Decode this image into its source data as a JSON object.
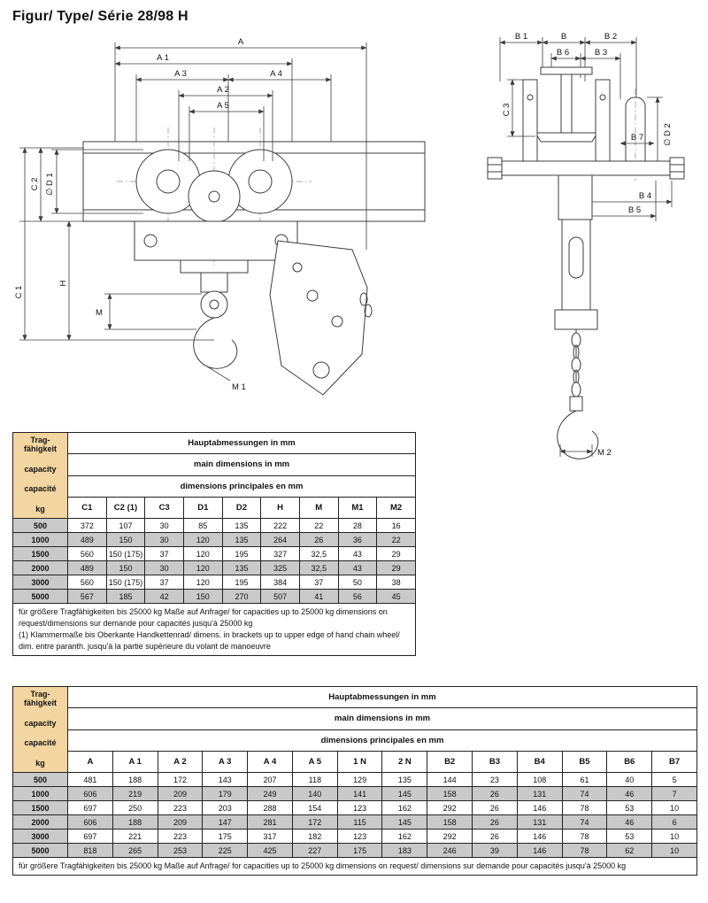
{
  "page": {
    "title": "Figur/ Type/ Série 28/98 H"
  },
  "drawing_front": {
    "labels": {
      "A": "A",
      "A1": "A 1",
      "A2": "A 2",
      "A3": "A 3",
      "A4": "A 4",
      "A5": "A 5",
      "C1": "C 1",
      "C2": "C 2",
      "D1": "∅ D 1",
      "H": "H",
      "M": "M",
      "M1": "M 1"
    }
  },
  "drawing_side": {
    "labels": {
      "B": "B",
      "B1": "B 1",
      "B2": "B 2",
      "B3": "B 3",
      "B4": "B 4",
      "B5": "B 5",
      "B6": "B 6",
      "B7": "B 7",
      "C3": "C 3",
      "D2": "∅ D 2",
      "M2": "M 2"
    }
  },
  "capacity_header": {
    "line1": "Trag-",
    "line2": "fähigkeit",
    "line3": "capacity",
    "line4": "capacité",
    "kg": "kg"
  },
  "table1": {
    "title_de": "Hauptabmessungen in mm",
    "title_en": "main dimensions in mm",
    "title_fr": "dimensions principales en mm",
    "columns": [
      "C1",
      "C2 (1)",
      "C3",
      "D1",
      "D2",
      "H",
      "M",
      "M1",
      "M2"
    ],
    "rows": [
      [
        "500",
        "372",
        "107",
        "30",
        "85",
        "135",
        "222",
        "22",
        "28",
        "16"
      ],
      [
        "1000",
        "489",
        "150",
        "30",
        "120",
        "135",
        "264",
        "26",
        "36",
        "22"
      ],
      [
        "1500",
        "560",
        "150 (175)",
        "37",
        "120",
        "195",
        "327",
        "32,5",
        "43",
        "29"
      ],
      [
        "2000",
        "489",
        "150",
        "30",
        "120",
        "135",
        "325",
        "32,5",
        "43",
        "29"
      ],
      [
        "3000",
        "560",
        "150 (175)",
        "37",
        "120",
        "195",
        "384",
        "37",
        "50",
        "38"
      ],
      [
        "5000",
        "567",
        "185",
        "42",
        "150",
        "270",
        "507",
        "41",
        "56",
        "45"
      ]
    ],
    "notes": [
      "für größere Tragfähigkeiten bis 25000 kg Maße auf Anfrage/ for capacities up to 25000 kg dimensions on request/dimensions sur demande pour capacités jusqu'à 25000 kg",
      "(1) Klammermaße bis Oberkante Handkettenrad/ dimens. in brackets up to upper edge of hand chain wheel/ dim. entre paranth. jusqu'à la partie supérieure du volant de manoeuvre"
    ]
  },
  "table2": {
    "title_de": "Hauptabmessungen in mm",
    "title_en": "main dimensions in mm",
    "title_fr": "dimensions principales en mm",
    "columns": [
      "A",
      "A 1",
      "A 2",
      "A 3",
      "A 4",
      "A 5",
      "1 N",
      "2 N",
      "B2",
      "B3",
      "B4",
      "B5",
      "B6",
      "B7"
    ],
    "rows": [
      [
        "500",
        "481",
        "188",
        "172",
        "143",
        "207",
        "118",
        "129",
        "135",
        "144",
        "23",
        "108",
        "61",
        "40",
        "5"
      ],
      [
        "1000",
        "606",
        "219",
        "209",
        "179",
        "249",
        "140",
        "141",
        "145",
        "158",
        "26",
        "131",
        "74",
        "46",
        "7"
      ],
      [
        "1500",
        "697",
        "250",
        "223",
        "203",
        "288",
        "154",
        "123",
        "162",
        "292",
        "26",
        "146",
        "78",
        "53",
        "10"
      ],
      [
        "2000",
        "606",
        "188",
        "209",
        "147",
        "281",
        "172",
        "115",
        "145",
        "158",
        "26",
        "131",
        "74",
        "46",
        "6"
      ],
      [
        "3000",
        "697",
        "221",
        "223",
        "175",
        "317",
        "182",
        "123",
        "162",
        "292",
        "26",
        "146",
        "78",
        "53",
        "10"
      ],
      [
        "5000",
        "818",
        "265",
        "253",
        "225",
        "425",
        "227",
        "175",
        "183",
        "246",
        "39",
        "146",
        "78",
        "62",
        "10"
      ]
    ],
    "notes": [
      "für größere Tragfähigkeiten bis 25000 kg Maße auf Anfrage/ for capacities up to 25000 kg dimensions on request/ dimensions sur demande pour capacités jusqu'à 25000 kg"
    ]
  },
  "colors": {
    "header_tan": "#f2d5a0",
    "row_gray": "#c9c9c9",
    "line": "#3c3c3c"
  }
}
